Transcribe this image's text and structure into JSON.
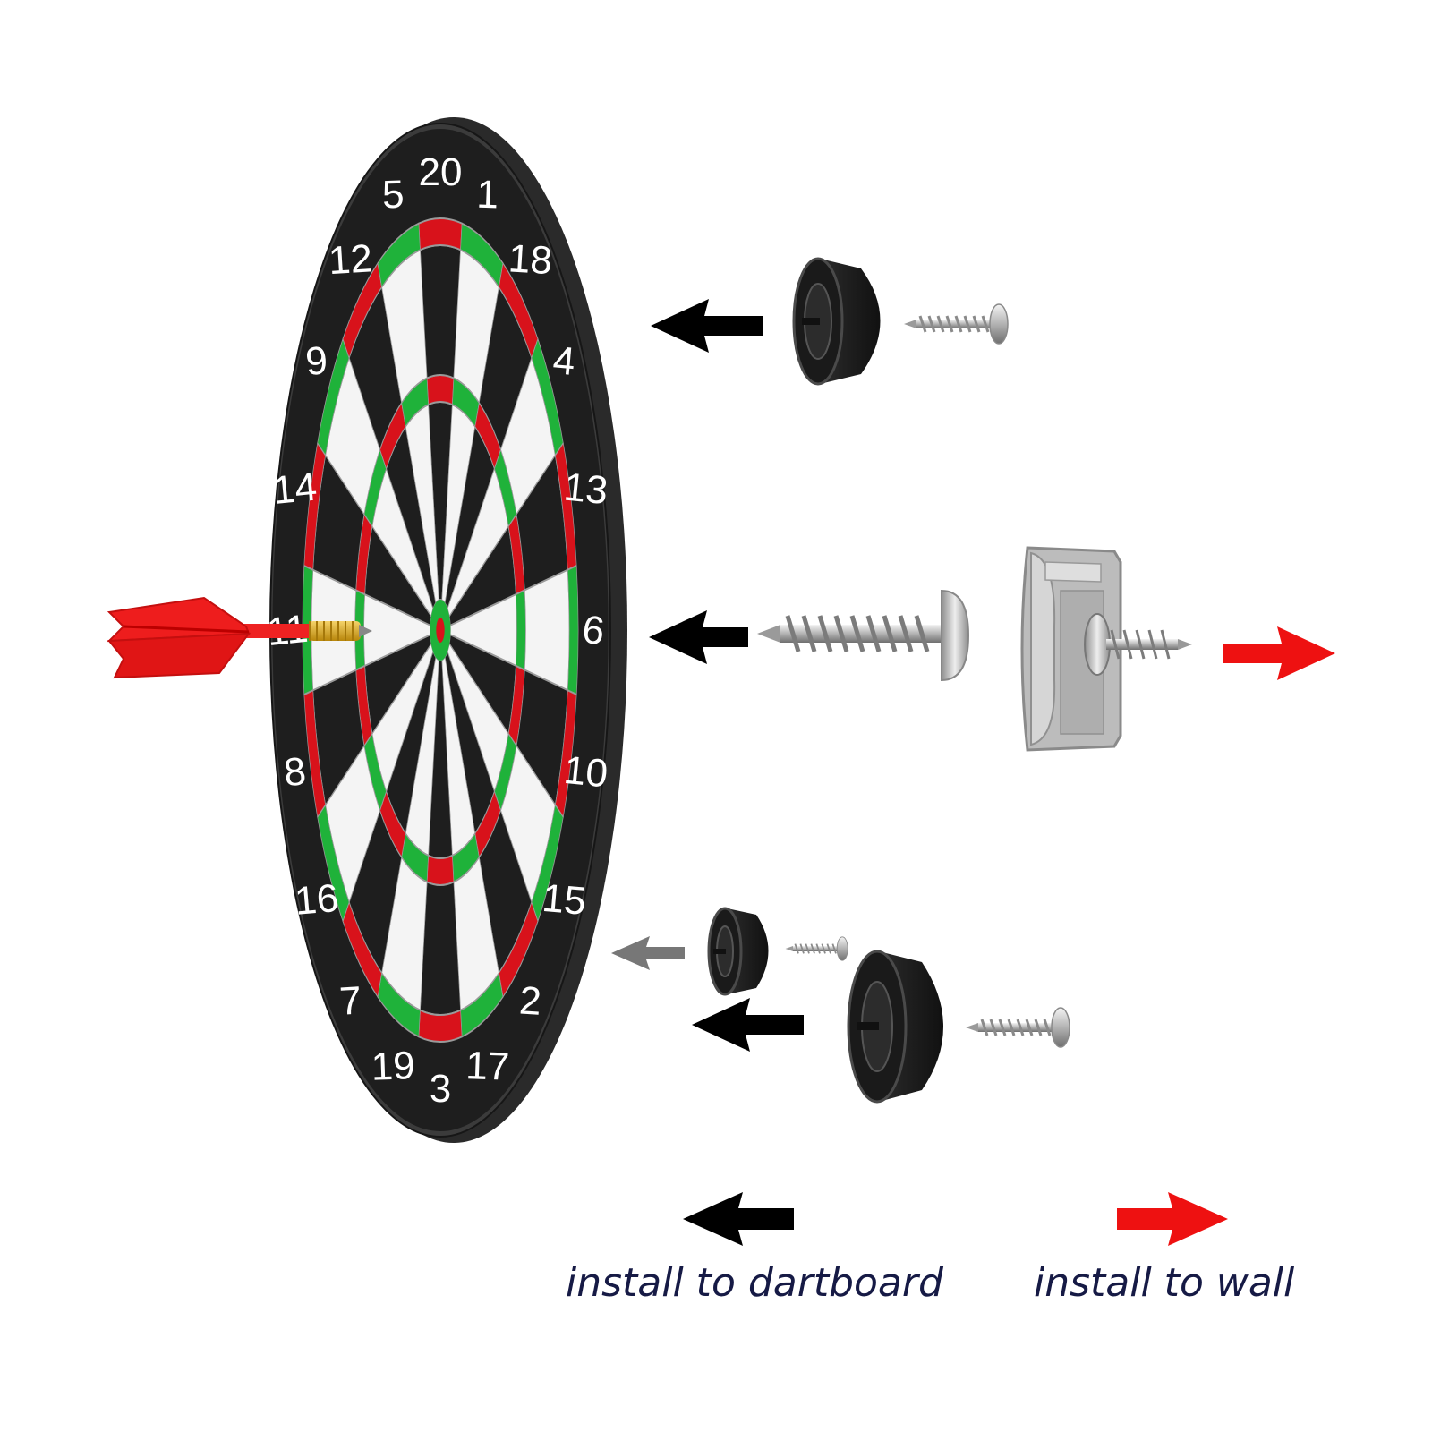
{
  "dartboard": {
    "numbers": [
      "20",
      "1",
      "18",
      "4",
      "13",
      "6",
      "10",
      "15",
      "2",
      "17",
      "3",
      "19",
      "7",
      "16",
      "8",
      "11",
      "14",
      "9",
      "12",
      "5"
    ]
  },
  "legend": {
    "dartboard_label": "install to dartboard",
    "wall_label": "install to wall"
  },
  "colors": {
    "board_black": "#1e1e1e",
    "segment_white": "#f4f4f4",
    "ring_red": "#d8121b",
    "ring_green": "#1fb23a",
    "arrow_dartboard": "#000000",
    "arrow_dartboard_faded": "#777777",
    "arrow_wall": "#ee1111",
    "legend_text": "#161a45"
  }
}
